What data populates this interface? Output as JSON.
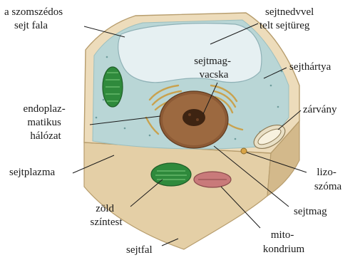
{
  "diagram": {
    "labels": {
      "neighbor_wall": [
        "a szomszédos",
        "sejt fala"
      ],
      "vacuole": [
        "sejtnedvvel",
        "telt sejtüreg"
      ],
      "nucleolus": [
        "sejtmag-",
        "vacska"
      ],
      "membrane": [
        "sejthártya"
      ],
      "er": [
        "endoplaz-",
        "matikus",
        "hálózat"
      ],
      "inclusion": [
        "zárvány"
      ],
      "cytoplasm": [
        "sejtplazma"
      ],
      "lysosome": [
        "lizo-",
        "szóma"
      ],
      "chloroplast": [
        "zöld",
        "színtest"
      ],
      "nucleus": [
        "sejtmag"
      ],
      "mitochondrion": [
        "mito-",
        "kondrium"
      ],
      "cell_wall": [
        "sejtfal"
      ]
    },
    "colors": {
      "wall_outer": "#e8d6b2",
      "wall_shade": "#d9c39a",
      "cytoplasm": "#b9d6d6",
      "vacuole": "#e6f0f2",
      "nucleus": "#8c5a35",
      "nucleolus": "#3e2412",
      "chloroplast": "#2f8a3c",
      "mitochondrion": "#c97a7a",
      "er": "#c9a24e"
    }
  }
}
